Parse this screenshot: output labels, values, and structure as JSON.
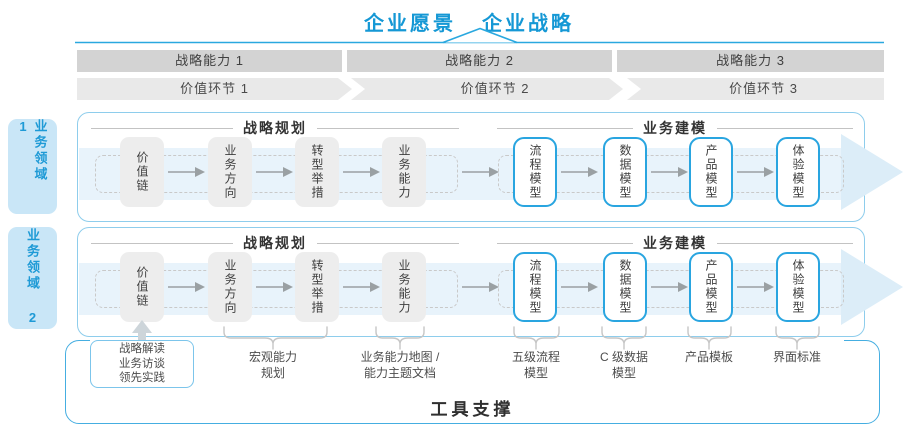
{
  "title": {
    "vision": "企业愿景",
    "strategy": "企业战略"
  },
  "strategic_capabilities": [
    "战略能力 1",
    "战略能力 2",
    "战略能力 3"
  ],
  "value_links": [
    "价值环节 1",
    "价值环节 2",
    "价值环节 3"
  ],
  "business_domains": [
    "业务领域 1",
    "业务领域 2"
  ],
  "sections": {
    "planning": "战略规划",
    "modeling": "业务建模"
  },
  "boxes": [
    "价值链",
    "业务方向",
    "转型举措",
    "业务能力",
    "流程模型",
    "数据模型",
    "产品模型",
    "体验模型"
  ],
  "annotations": {
    "interview": [
      "战略解读",
      "业务访谈",
      "领先实践"
    ],
    "macro": [
      "宏观能力",
      "规划"
    ],
    "capmap": [
      "业务能力地图 /",
      "能力主题文档"
    ],
    "process": [
      "五级流程",
      "模型"
    ],
    "cdata": [
      "C 级数据",
      "模型"
    ],
    "product": "产品模板",
    "ui": "界面标准"
  },
  "tool_support": "工具支撑",
  "colors": {
    "accent_blue": "#1598d5",
    "line_blue": "#2aa8df",
    "row_border": "#8ecdec",
    "band_fill": "#e8f3fb",
    "band_head": "#dcedf8",
    "bar_gray": "#d3d3d3",
    "chevron_gray": "#e9e9e9",
    "box_gray": "#ededed",
    "blue_box_border": "#29a5e0",
    "tab_fill": "#c9e6f7",
    "dashed_gray": "#c9c9c9",
    "arrow_gray": "#9aa0a3",
    "bracket_gray": "#c6c6c6"
  }
}
